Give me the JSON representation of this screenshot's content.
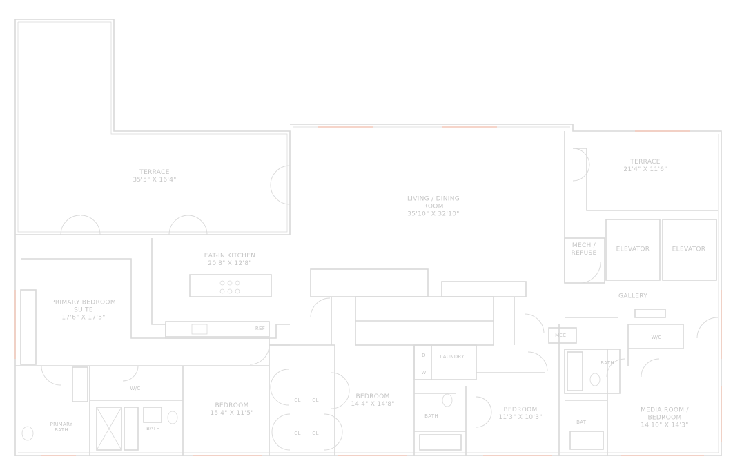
{
  "plan": {
    "line_color": "#d9d9d9",
    "window_color": "#f3c7b8",
    "rooms": {
      "terrace_west": {
        "name": "TERRACE",
        "dims": "35'5\" x 16'4\""
      },
      "living_dining": {
        "name_1": "LIVING / DINING",
        "name_2": "ROOM",
        "dims": "35'10\" x 32'10\""
      },
      "terrace_east": {
        "name": "TERRACE",
        "dims": "21'4\" x 11'6\""
      },
      "kitchen": {
        "name": "EAT-IN KITCHEN",
        "dims": "20'8\" x 12'8\""
      },
      "mech_refuse": {
        "name_1": "MECH /",
        "name_2": "REFUSE"
      },
      "elevator_1": {
        "name": "ELEVATOR"
      },
      "elevator_2": {
        "name": "ELEVATOR"
      },
      "primary_suite": {
        "name_1": "PRIMARY BEDROOM",
        "name_2": "SUITE",
        "dims": "17'6\" x 17'5\""
      },
      "gallery": {
        "name": "GALLERY"
      },
      "ref": {
        "name": "REF"
      },
      "mech": {
        "name": "MECH"
      },
      "wic_east": {
        "name": "W/C"
      },
      "wic_west": {
        "name": "W/C"
      },
      "laundry": {
        "name": "LAUNDRY"
      },
      "bath_east": {
        "name": "BATH"
      },
      "bedroom_1": {
        "name": "BEDROOM",
        "dims": "15'4\" x 11'5\""
      },
      "bedroom_2": {
        "name": "BEDROOM",
        "dims": "14'4\" x 14'8\""
      },
      "bedroom_3": {
        "name": "BEDROOM",
        "dims": "11'3\" x 10'3\""
      },
      "media_room": {
        "name_1": "MEDIA ROOM /",
        "name_2": "BEDROOM",
        "dims": "14'10\" x 14'3\""
      },
      "primary_bath": {
        "name_1": "PRIMARY",
        "name_2": "BATH"
      },
      "bath_1": {
        "name": "BATH"
      },
      "bath_2": {
        "name": "BATH"
      },
      "bath_3": {
        "name": "BATH"
      },
      "closet_1": {
        "name": "CL"
      },
      "closet_2": {
        "name": "CL"
      },
      "closet_3": {
        "name": "CL"
      },
      "closet_4": {
        "name": "CL"
      },
      "dryer": {
        "name": "D"
      },
      "washer": {
        "name": "W"
      }
    }
  }
}
